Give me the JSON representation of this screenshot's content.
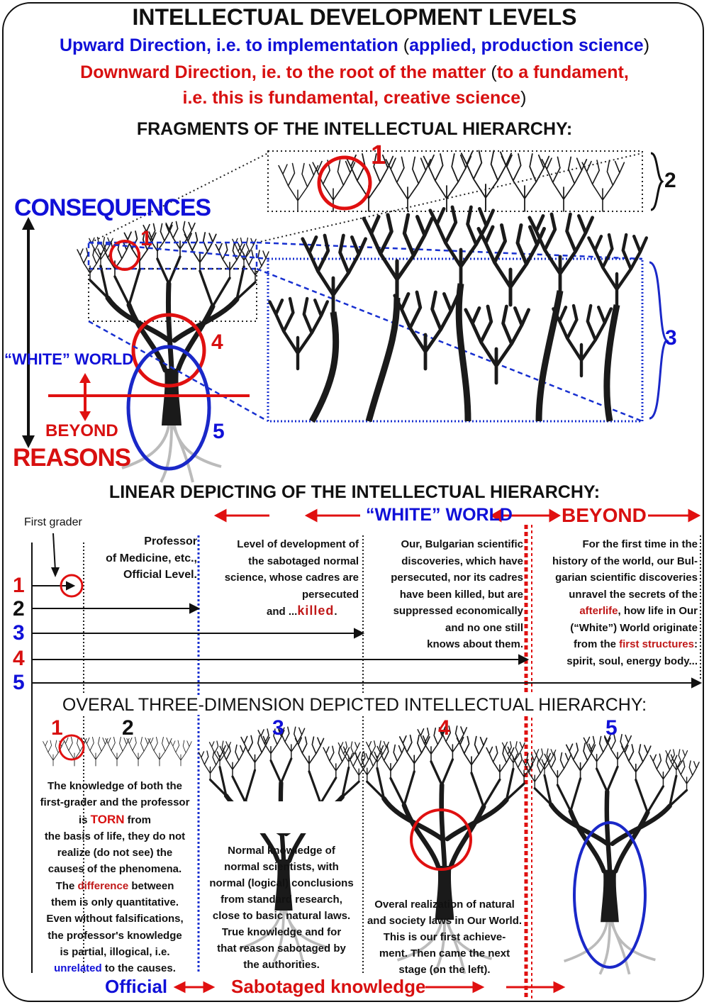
{
  "header": {
    "title": "INTELLECTUAL DEVELOPMENT LEVELS",
    "upward": {
      "prefix": "Upward Direction, i.e. to implementation ",
      "paren_open": "(",
      "text": "applied, production science",
      "paren_close": ")"
    },
    "downward_line1": {
      "prefix": "Downward Direction, ie. to the root of the matter ",
      "paren_open": "(",
      "text": "to a fundament,"
    },
    "downward_line2": {
      "text": "i.e. this is fundamental, creative science",
      "paren_close": ")"
    }
  },
  "fragments": {
    "title": "FRAGMENTS OF THE INTELLECTUAL HIERARCHY:",
    "consequences": "CONSEQUENCES",
    "reasons": "REASONS",
    "white_world": "“WHITE” WORLD",
    "beyond": "BEYOND",
    "marks": [
      "1",
      "1",
      "2",
      "3",
      "4",
      "5"
    ]
  },
  "linear": {
    "title": "LINEAR DEPICTING OF THE INTELLECTUAL HIERARCHY:",
    "white_world": "“WHITE” WORLD",
    "beyond": "BEYOND",
    "first_grader": "First grader",
    "professor": [
      "Professor",
      "of Medicine, etc.,",
      "Official Level."
    ],
    "col2": [
      "Level of development of",
      "the sabotaged normal",
      "science, whose cadres are",
      "persecuted"
    ],
    "col2_last": {
      "prefix": "and  ...",
      "highlight": "killed",
      "suffix": "."
    },
    "col3": [
      "Our, Bulgarian scientific",
      "discoveries, which have",
      "persecuted, nor its cadres",
      "have been killed, but are",
      "suppressed economically",
      "and no one still",
      "knows about them."
    ],
    "col4": [
      "For the first time in the",
      "history of the world, our Bul-",
      "garian scientific discoveries",
      "unravel the secrets of the"
    ],
    "col4_afterlife": "afterlife",
    "col4_after": ", how life in Our",
    "col4_mid": "(“White”) World originate",
    "col4_from": "from the ",
    "col4_first": "first structures",
    "col4_colon": ":",
    "col4_last": "spirit, soul, energy body...",
    "levels": [
      "1",
      "2",
      "3",
      "4",
      "5"
    ]
  },
  "overall": {
    "title": "OVERAL THREE-DIMENSION DEPICTED INTELLECTUAL HIERARCHY:",
    "levels": [
      "1",
      "2",
      "3",
      "4",
      "5"
    ],
    "col1_a": [
      "The knowledge of both the",
      "first-grader and the professor"
    ],
    "col1_is": "is ",
    "col1_torn": "TORN",
    "col1_from": " from",
    "col1_b": [
      "the basis of life, they do not",
      "realize (do not see) the",
      "causes of the phenomena."
    ],
    "col1_the": "The ",
    "col1_difference": "difference",
    "col1_between": " between",
    "col1_c": [
      "them is only quantitative.",
      "Even without falsifications,",
      "the professor's knowledge",
      "is partial, illogical, i.e."
    ],
    "col1_unrelated": "unrelated",
    "col1_tail": " to the causes.",
    "col2": [
      "Normal knowledge of",
      "normal scientists, with",
      "normal (logical) conclusions",
      "from standard research,",
      "close to basic natural laws.",
      "True knowledge and for",
      "that reason sabotaged by",
      "the authorities."
    ],
    "col3": [
      "Overal realization of natural",
      "and society laws in Our World.",
      "This is our first achieve-",
      "ment. Then came the next",
      "stage (on the left)."
    ]
  },
  "footer": {
    "official": "Official",
    "sabotaged": "Sabotaged knowledge"
  },
  "colors": {
    "blue": "#1010d8",
    "red": "#d81010",
    "dark_red": "#c01818",
    "black": "#111111"
  }
}
